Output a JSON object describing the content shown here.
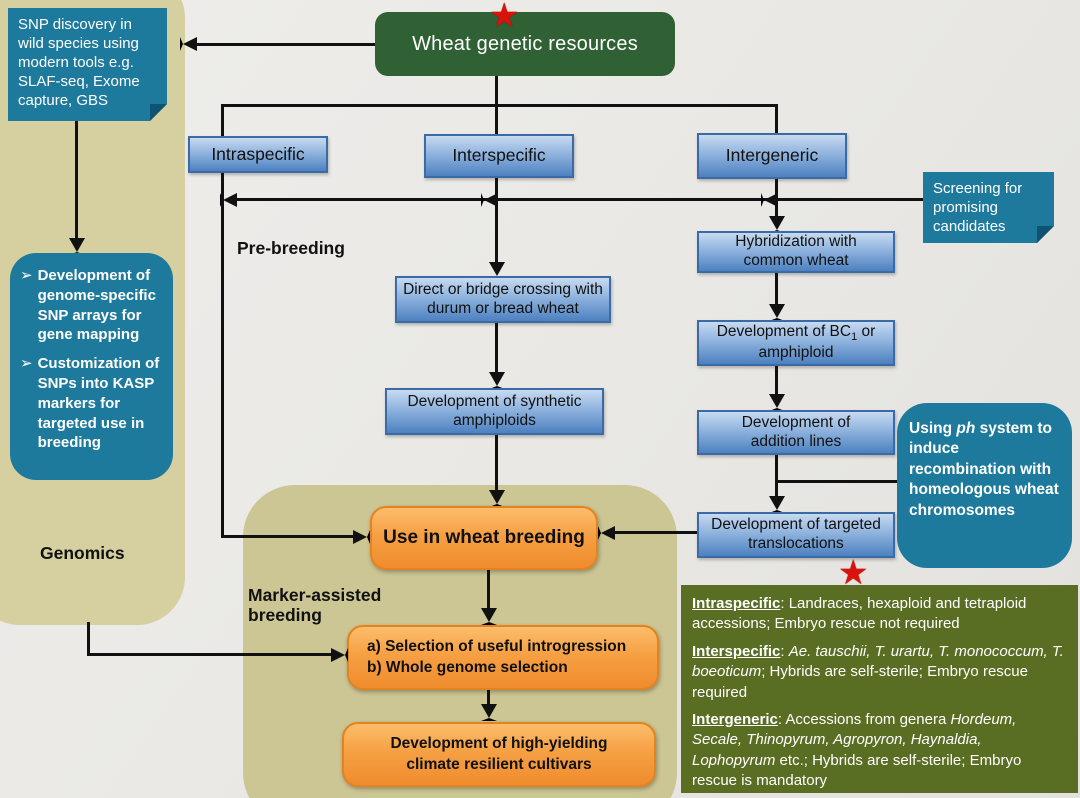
{
  "palette": {
    "teal": "#1e7a9c",
    "green": "#2f6134",
    "olive": "#5a6e23",
    "tan_light": "#d6cf9f",
    "tan_dark": "#ccc594",
    "orange": "#f6a044",
    "blue": "#4d81c0",
    "star_red": "#da120c"
  },
  "header": {
    "title": "Wheat genetic resources"
  },
  "star": {
    "glyph": "★"
  },
  "notes": {
    "snp_discovery": "SNP discovery in wild species using modern tools e.g. SLAF-seq, Exome capture, GBS",
    "screening": "Screening for promising candidates"
  },
  "genomics_panel": {
    "bullet": "➢",
    "items": [
      "Development of genome-specific SNP arrays for gene mapping",
      "Customization of SNPs into KASP markers for targeted use in breeding"
    ],
    "label": "Genomics"
  },
  "stage_labels": {
    "pre_breeding": "Pre-breeding",
    "marker_assisted": "Marker-assisted breeding"
  },
  "categories": {
    "intraspecific": "Intraspecific",
    "interspecific": "Interspecific",
    "intergeneric": "Intergeneric"
  },
  "flow": {
    "direct_crossing": "Direct or bridge crossing with durum or bread wheat",
    "synthetic_amphiploids": "Development of synthetic amphiploids",
    "use_in_breeding": "Use in wheat breeding",
    "selection_a": "a) Selection of useful introgression",
    "selection_b": "b) Whole genome selection",
    "cultivars": "Development of high-yielding climate resilient cultivars",
    "hybridization": "Hybridization with common wheat",
    "bc1": {
      "pre": "Development of BC",
      "sub": "1",
      "post": " or amphiploid"
    },
    "addition_lines": "Development of addition lines",
    "translocations": "Development of targeted translocations"
  },
  "ph_box": {
    "pre": "Using ",
    "italic": "ph",
    "post": " system to induce recombination with homeologous wheat chromosomes"
  },
  "legend": {
    "intraspecific": {
      "term": "Intraspecific",
      "rest": ": Landraces, hexaploid and tetraploid accessions; Embryo rescue not required"
    },
    "interspecific": {
      "term": "Interspecific",
      "sep": ": ",
      "species": "Ae. tauschii, T. urartu, T. monococcum, T. boeoticum",
      "rest": "; Hybrids are self-sterile; Embryo rescue required"
    },
    "intergeneric": {
      "term": "Intergeneric",
      "pre": ": Accessions from genera ",
      "genera": "Hordeum, Secale, Thinopyrum, Agropyron, Haynaldia, Lophopyrum",
      "rest": " etc.; Hybrids are self-sterile; Embryo rescue is mandatory"
    }
  }
}
